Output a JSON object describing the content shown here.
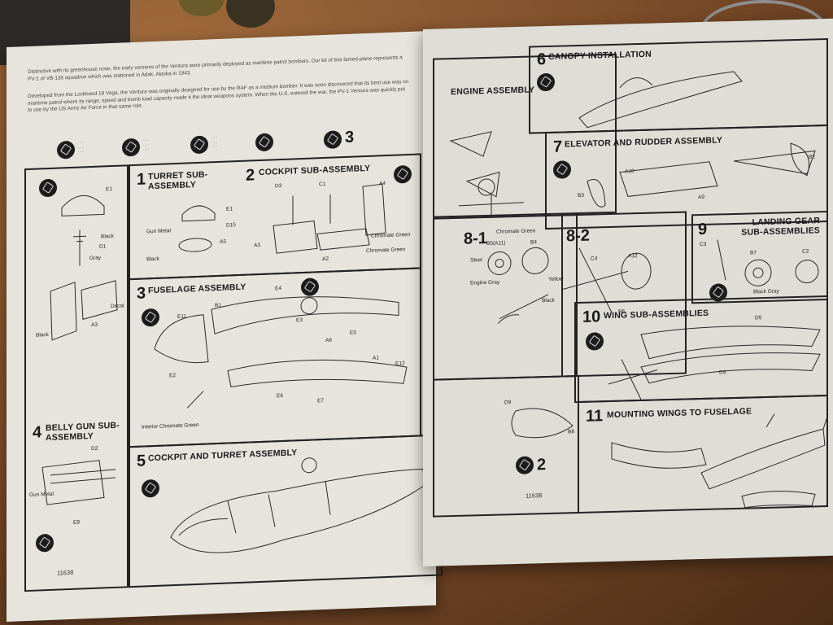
{
  "intro": {
    "paragraph_1": "Distinctive with its greenhouse nose, the early versions of the Ventura were primarily deployed as maritime patrol bombers. Our kit of this famed plane represents a PV-1 of VB-135 squadron which was stationed in Adak, Alaska in 1943.",
    "paragraph_2": "Developed from the Lockheed 18 Vega, the Ventura was originally designed for use by the RAF as a medium bomber. It was soon discovered that its best use was on maritime patrol where its range, speed and bomb load capacity made it the ideal weapons system. When the U.S. entered the war, the PV-1 Ventura was quickly put to use by the US Army Air Force in that same role."
  },
  "legend": {
    "count": "3",
    "count_right": "2"
  },
  "left_page": {
    "step_1": {
      "number": "1",
      "title": "TURRET SUB-ASSEMBLY"
    },
    "step_2": {
      "number": "2",
      "title": "COCKPIT SUB-ASSEMBLY"
    },
    "step_3": {
      "number": "3",
      "title": "FUSELAGE ASSEMBLY"
    },
    "step_4": {
      "number": "4",
      "title": "BELLY GUN SUB-ASSEMBLY"
    },
    "step_5": {
      "number": "5",
      "title": "COCKPIT AND TURRET ASSEMBLY"
    },
    "labels": {
      "e1": "E1",
      "black": "Black",
      "d1": "D1",
      "gray": "Gray",
      "decal": "Decal",
      "a3": "A3",
      "gun_metal": "Gun Metal",
      "d15": "D15",
      "a5": "A5",
      "d3": "D3",
      "c1": "C1",
      "a4": "A4",
      "chromate_green": "Chromate Green",
      "a2": "A2",
      "b1": "B1",
      "e11": "E11",
      "e4": "E4",
      "e3": "E3",
      "e5": "E5",
      "a6": "A6",
      "a1": "A1",
      "e12": "E12",
      "e2": "E2",
      "e6": "E6",
      "e7": "E7",
      "interior": "Interior Chromate Green",
      "d2": "D2",
      "e8": "E8"
    },
    "catalog": "11638"
  },
  "right_page": {
    "engine_title": "ENGINE ASSEMBLY",
    "step_6": {
      "number": "6",
      "title": "CANOPY INSTALLATION"
    },
    "step_7": {
      "number": "7",
      "title": "ELEVATOR AND RUDDER ASSEMBLY"
    },
    "step_8_1": {
      "number": "8-1"
    },
    "step_8_2": {
      "number": "8-2"
    },
    "step_9": {
      "number": "9",
      "title": "LANDING GEAR SUB-ASSEMBLIES"
    },
    "step_10": {
      "number": "10",
      "title": "WING SUB-ASSEMBLIES"
    },
    "step_11": {
      "number": "11",
      "title": "MOUNTING WINGS TO FUSELAGE"
    },
    "labels": {
      "chromate_green": "Chromate Green",
      "b5": "B5(A11)",
      "b4": "B4",
      "steel": "Steel",
      "engine_gray": "Engine Gray",
      "yellow": "Yellow",
      "black": "Black",
      "c4": "C4",
      "b6": "B6",
      "a12": "A12",
      "c3": "C3",
      "b7": "B7",
      "c2": "C2",
      "black_gray": "Black Gray",
      "d5": "D5",
      "d9": "D9",
      "b8": "B8",
      "a10": "A10",
      "b3": "B3",
      "a9": "A9",
      "b2": "B2"
    },
    "catalog": "11638"
  },
  "colors": {
    "paper": "#e6e4dc",
    "ink": "#1a1a1a",
    "desk": "#7a4a28"
  }
}
